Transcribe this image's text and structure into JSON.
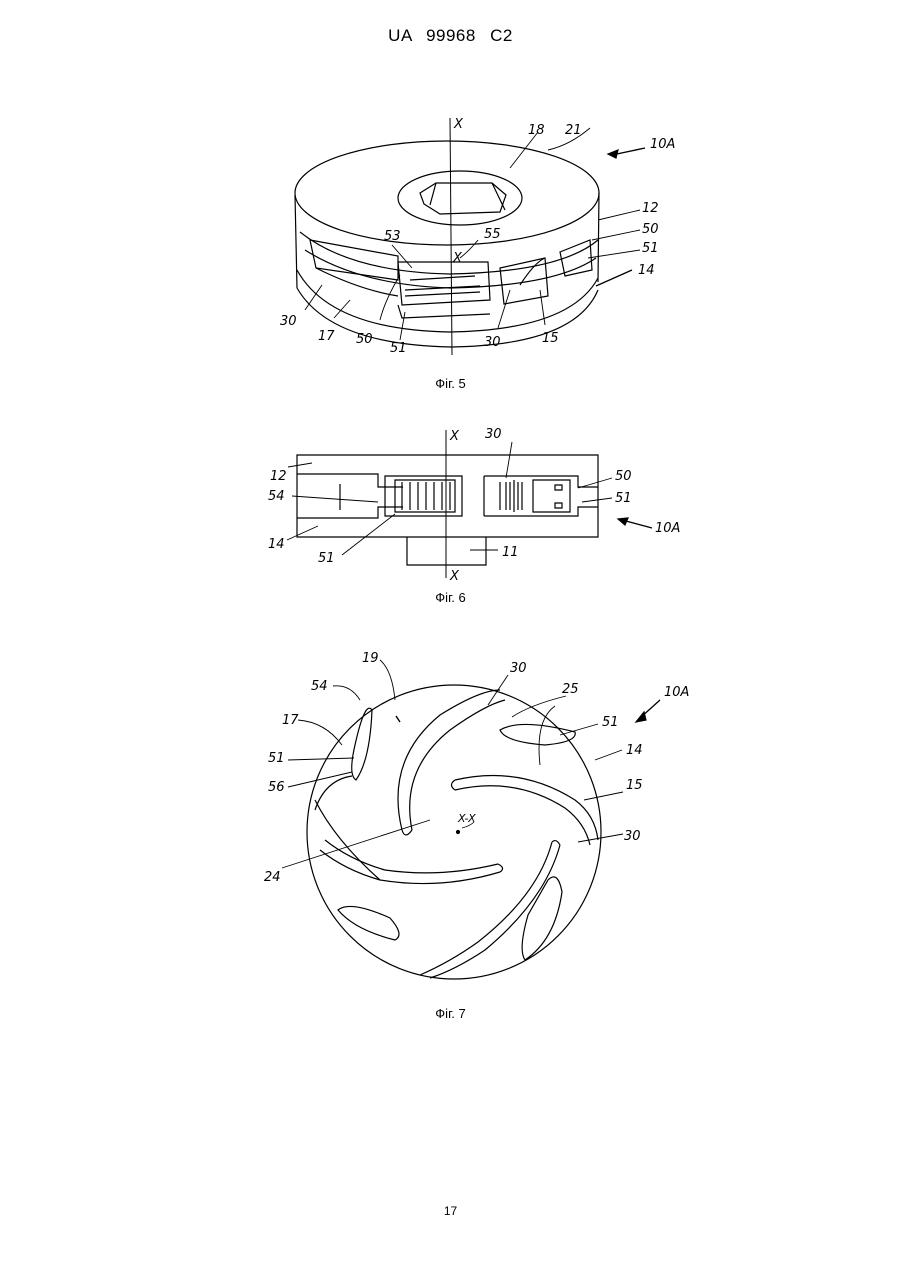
{
  "header": {
    "doc_id": "UA   99968   C2"
  },
  "figures": [
    {
      "caption": "Фіг. 5",
      "labels": {
        "axis_top": "X",
        "axis_mid": "X",
        "l18": "18",
        "l21": "21",
        "l10a": "10A",
        "l12": "12",
        "l50a": "50",
        "l51a": "51",
        "l14": "14",
        "l53": "53",
        "l55": "55",
        "l30a": "30",
        "l17": "17",
        "l50b": "50",
        "l51b": "51",
        "l30b": "30",
        "l15": "15"
      }
    },
    {
      "caption": "Фіг. 6",
      "labels": {
        "axis_top": "X",
        "axis_bottom": "X",
        "l30": "30",
        "l12": "12",
        "l50": "50",
        "l54": "54",
        "l51a": "51",
        "l10a": "10A",
        "l14": "14",
        "l51b": "51",
        "l11": "11"
      }
    },
    {
      "caption": "Фіг. 7",
      "labels": {
        "l19": "19",
        "l30a": "30",
        "l25": "25",
        "l10a": "10A",
        "l54": "54",
        "l17": "17",
        "l51a": "51",
        "l51b": "51",
        "l14": "14",
        "l56": "56",
        "l15": "15",
        "l30b": "30",
        "xx": "X-X",
        "l24": "24"
      }
    }
  ],
  "page_number": "17"
}
